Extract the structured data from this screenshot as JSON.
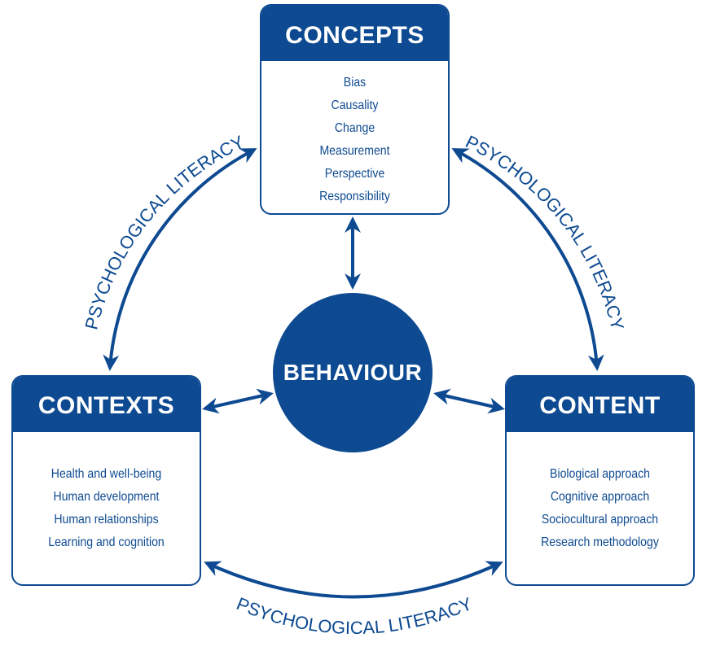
{
  "diagram": {
    "center": {
      "label": "BEHAVIOUR"
    },
    "boxes": {
      "concepts": {
        "title": "CONCEPTS",
        "items": [
          "Bias",
          "Causality",
          "Change",
          "Measurement",
          "Perspective",
          "Responsibility"
        ]
      },
      "contexts": {
        "title": "CONTEXTS",
        "items": [
          "Health and well-being",
          "Human development",
          "Human relationships",
          "Learning and cognition"
        ]
      },
      "content": {
        "title": "CONTENT",
        "items": [
          "Biological approach",
          "Cognitive approach",
          "Sociocultural approach",
          "Research methodology"
        ]
      }
    },
    "arc_labels": {
      "left": "PSYCHOLOGICAL LITERACY",
      "right": "PSYCHOLOGICAL LITERACY",
      "bottom": "PSYCHOLOGICAL LITERACY"
    },
    "colors": {
      "primary": "#0d4a91",
      "background": "#ffffff"
    }
  }
}
